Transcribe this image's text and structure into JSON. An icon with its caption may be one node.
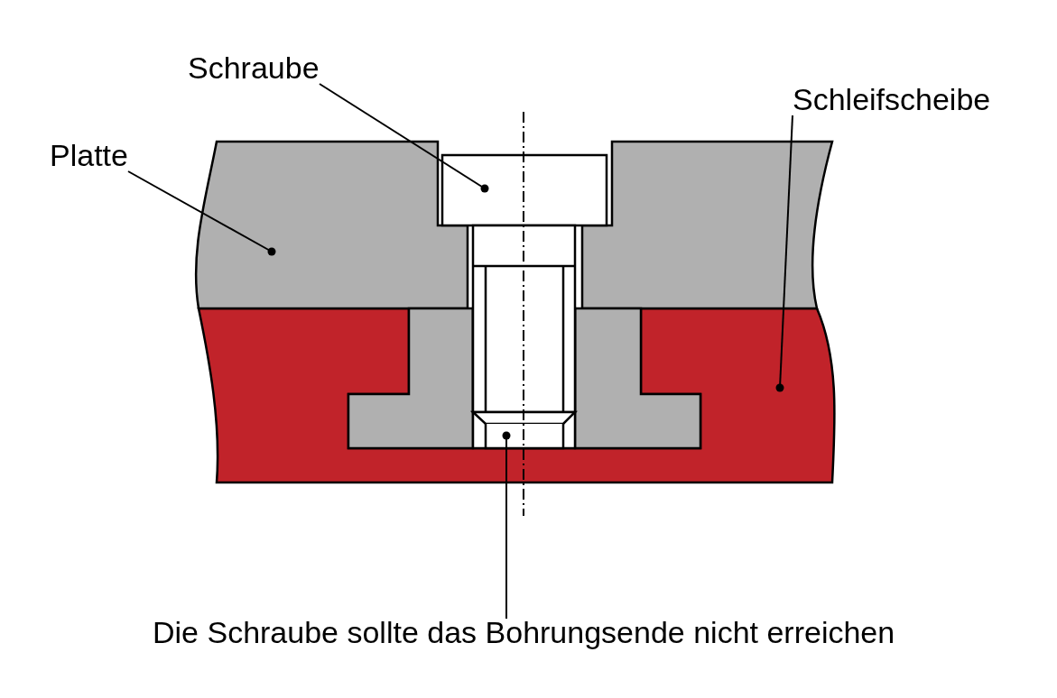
{
  "diagram": {
    "nodes": [
      {
        "text": [
          "Schraube"
        ]
      },
      {
        "text": [
          "Platte"
        ]
      },
      {
        "text": [
          "Schleifscheibe"
        ]
      },
      {
        "text": [],
        "shape": "box"
      },
      {
        "text": [],
        "shape": "box"
      },
      {
        "text": [],
        "shape": "box"
      },
      {
        "text": [],
        "shape": "box"
      },
      {
        "text": [
          "Die Schraube sollte das Bohrungsende nicht erreichen"
        ]
      }
    ],
    "edges": [
      {
        "from": 0,
        "to": 3,
        "arrow": "other"
      },
      {
        "from": 1,
        "to": 4,
        "arrow": "other"
      },
      {
        "from": 2,
        "to": 5,
        "arrow": "other"
      },
      {
        "from": 7,
        "to": 6,
        "arrow": "other"
      }
    ]
  }
}
